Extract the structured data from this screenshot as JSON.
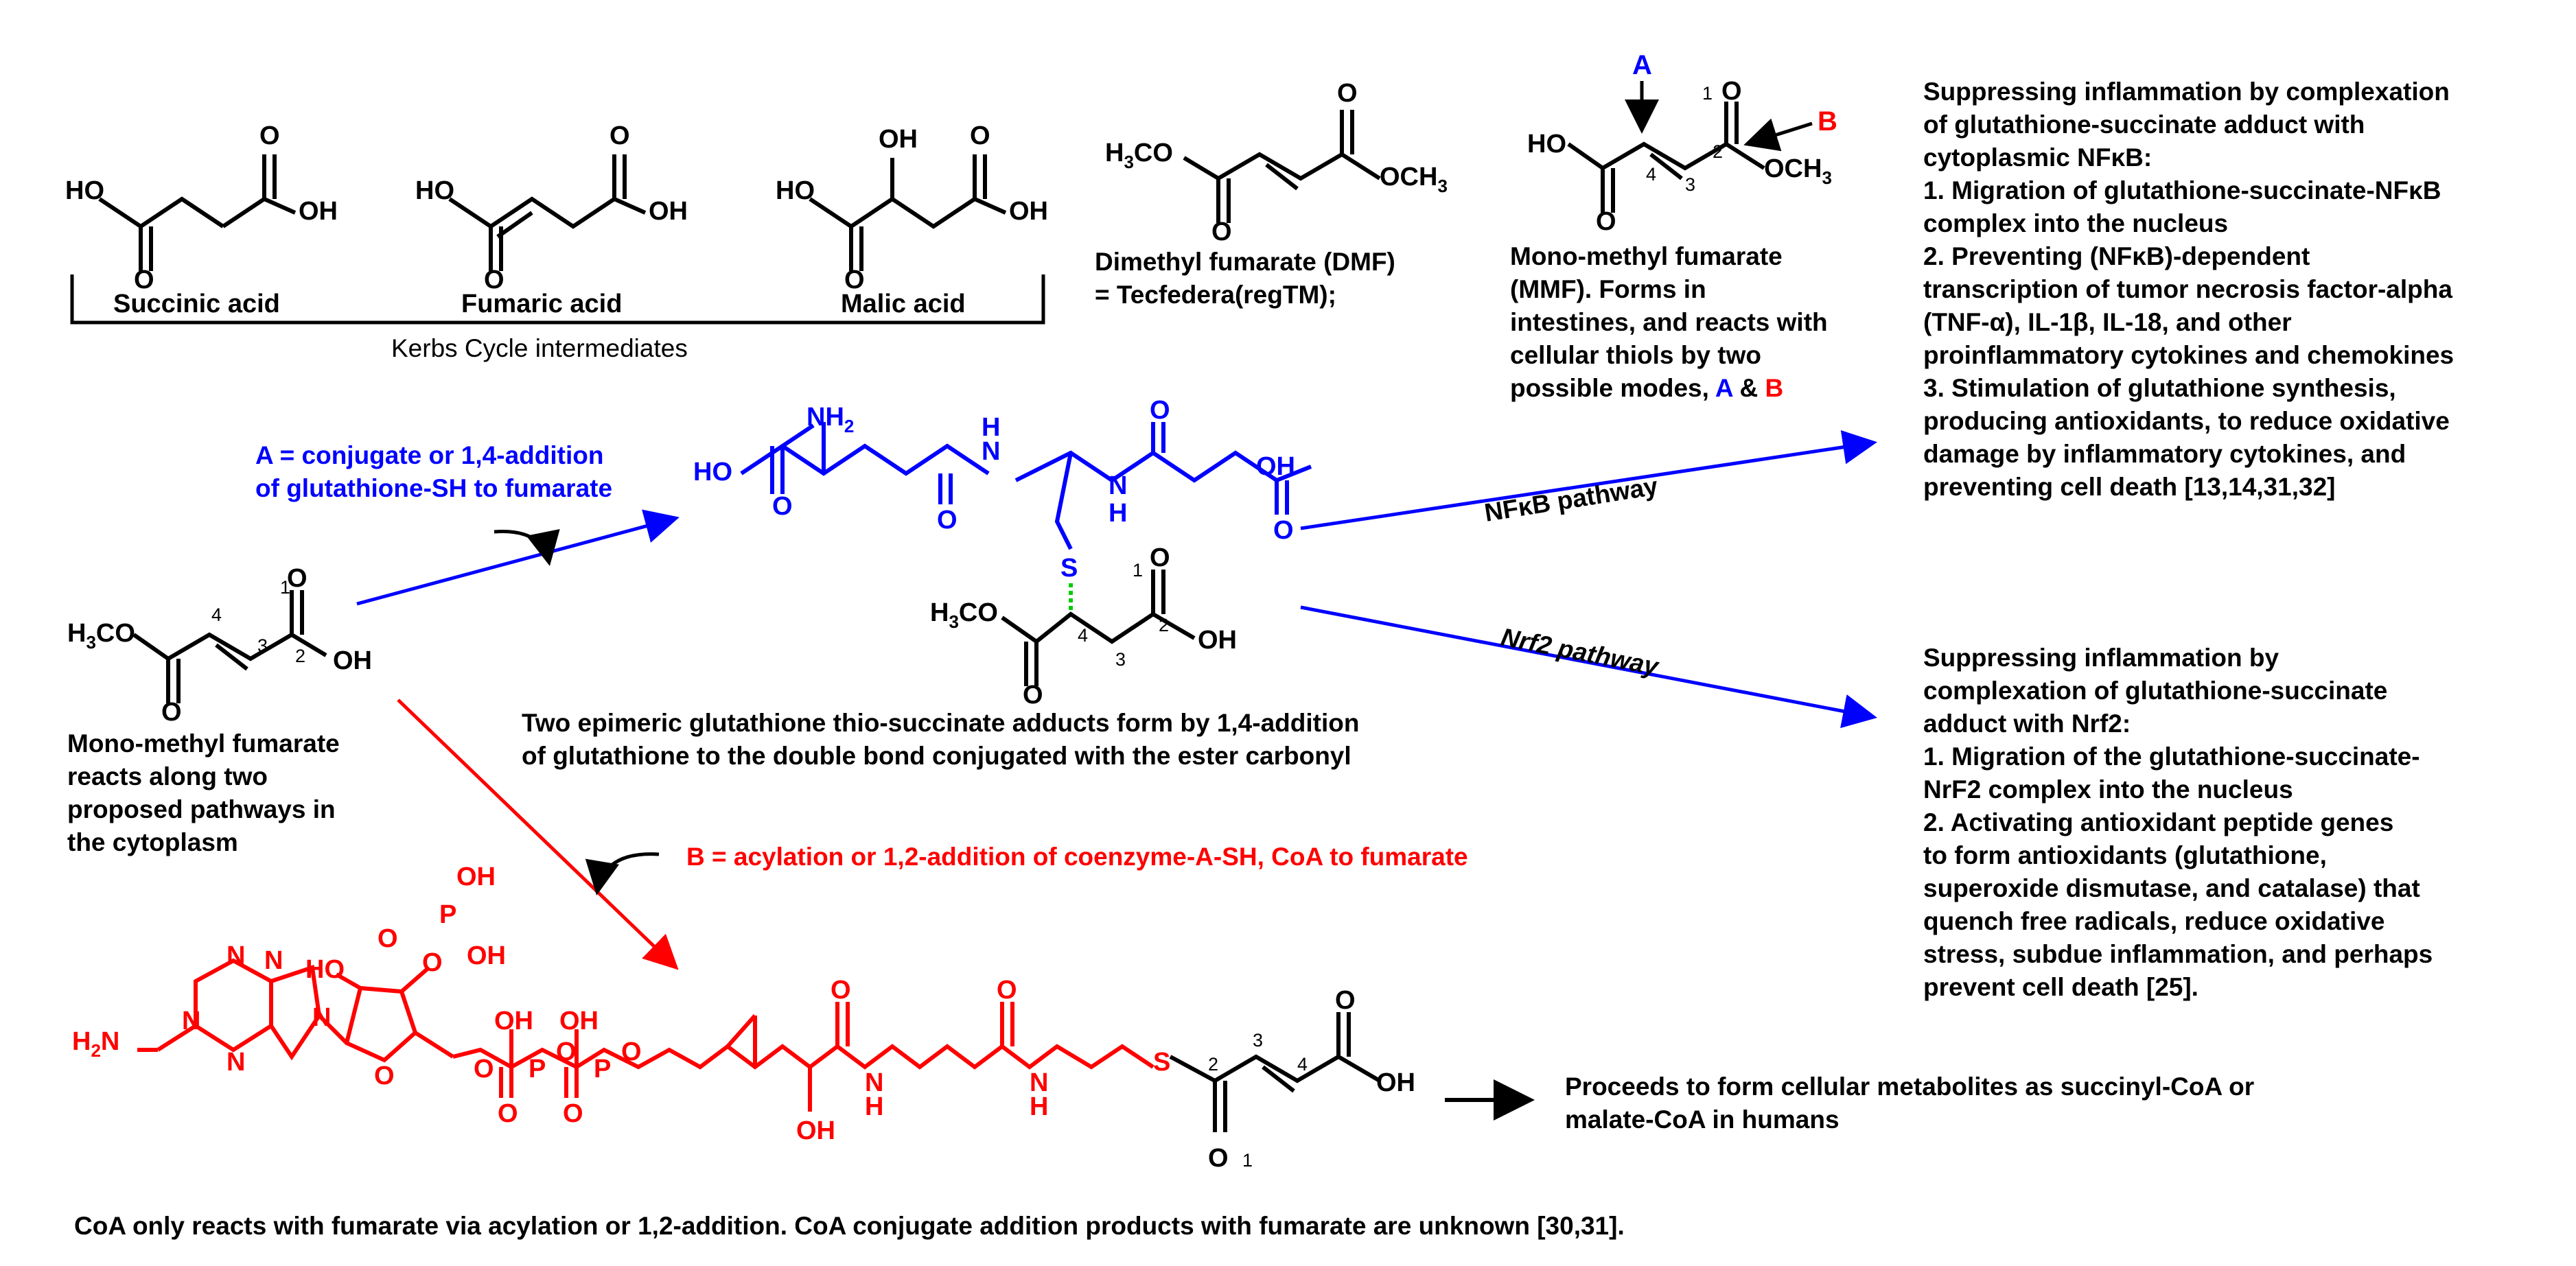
{
  "colors": {
    "text": "#000000",
    "blue": "#0000ff",
    "red": "#ff0000",
    "green": "#00cc00"
  },
  "kerbs": {
    "succinic": "Succinic acid",
    "fumaric": "Fumaric acid",
    "malic": "Malic acid",
    "caption": "Kerbs Cycle intermediates"
  },
  "dmf": {
    "line1": "Dimethyl fumarate (DMF)",
    "line2": "= Tecfedera(regTM);"
  },
  "mmf_top": {
    "lines": [
      "Mono-methyl fumarate",
      "(MMF).  Forms in",
      "intestines, and reacts with",
      "cellular thiols by two"
    ],
    "modes_prefix": "possible modes, ",
    "mode_a": "A",
    "amp": " & ",
    "mode_b": "B",
    "arrow_a": "A",
    "arrow_b": "B"
  },
  "nfkb_text": {
    "lines": [
      "Suppressing inflammation by complexation",
      "of glutathione-succinate adduct with",
      "cytoplasmic NFκB:",
      "1.  Migration of glutathione-succinate-NFκB",
      "complex into the nucleus",
      "2.  Preventing (NFκB)-dependent",
      "transcription of tumor necrosis factor-alpha",
      "(TNF-α), IL-1β, IL-18, and other",
      "proinflammatory cytokines and chemokines",
      "3.  Stimulation of glutathione synthesis,",
      "producing antioxidants, to reduce oxidative",
      "damage by inflammatory cytokines, and",
      "preventing cell death [13,14,31,32]"
    ]
  },
  "nrf2_text": {
    "lines": [
      "Suppressing inflammation by",
      "complexation of glutathione-succinate",
      "adduct with Nrf2:",
      "1.  Migration of the glutathione-succinate-",
      "NrF2 complex into the nucleus",
      "2.  Activating antioxidant peptide genes",
      " to form antioxidants (glutathione,",
      "superoxide dismutase, and catalase) that",
      "quench free radicals, reduce oxidative",
      "stress, subdue inflammation, and perhaps",
      "prevent cell death [25]."
    ]
  },
  "pathway_labels": {
    "nfkb": "NFκB pathway",
    "nrf2": "Nrf2 pathway"
  },
  "mode_a_label": {
    "line1": "A = conjugate or 1,4-addition",
    "line2": "of glutathione-SH to fumarate"
  },
  "mode_b_label": "B = acylation or 1,2-addition of coenzyme-A-SH, CoA to fumarate",
  "mmf_left": {
    "lines": [
      "Mono-methyl fumarate",
      "reacts along two",
      "proposed pathways in",
      "the cytoplasm"
    ]
  },
  "adduct_caption": {
    "line1": "Two epimeric glutathione thio-succinate adducts form by 1,4-addition",
    "line2": "of glutathione to the double bond conjugated with the ester carbonyl"
  },
  "coa_result": {
    "line1": "Proceeds to form cellular metabolites as succinyl-CoA or",
    "line2": "malate-CoA in humans"
  },
  "footer": "CoA only reacts with fumarate via acylation or 1,2-addition.  CoA conjugate addition products with fumarate are unknown [30,31].",
  "atoms": {
    "ho": "HO",
    "oh": "OH",
    "o": "O",
    "s": "S",
    "n": "N",
    "h": "H",
    "p": "P",
    "nh2": "NH2",
    "h2n": "H2N",
    "h3co": "H3CO",
    "och3": "OCH3",
    "n1": "1",
    "n2": "2",
    "n3": "3",
    "n4": "4"
  }
}
